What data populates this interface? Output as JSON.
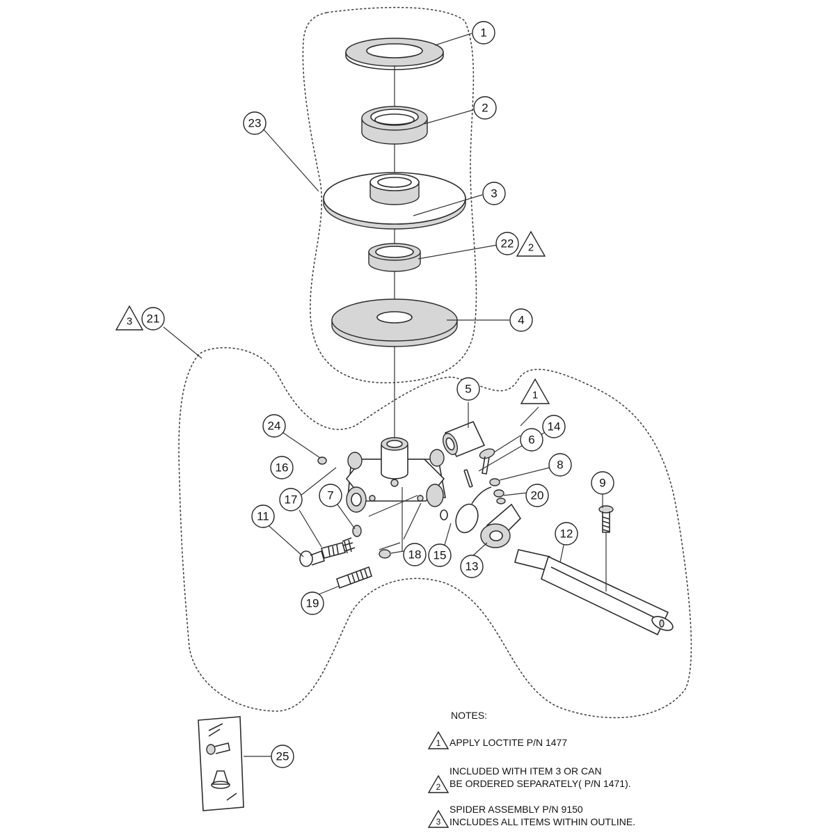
{
  "callouts": [
    "1",
    "2",
    "3",
    "4",
    "5",
    "6",
    "7",
    "8",
    "9",
    "11",
    "12",
    "13",
    "14",
    "15",
    "16",
    "17",
    "18",
    "19",
    "20",
    "21",
    "22",
    "23",
    "24",
    "25"
  ],
  "triangle_marks": [
    "1",
    "2",
    "3"
  ],
  "notes": {
    "heading": "NOTES:",
    "note1": {
      "mark": "1",
      "line1": "APPLY LOCTITE  P/N 1477"
    },
    "note2": {
      "mark": "2",
      "line1": "INCLUDED WITH  ITEM 3 OR CAN",
      "line2": "BE ORDERED SEPARATELY( P/N 1471)."
    },
    "note3": {
      "mark": "3",
      "line1": "SPIDER ASSEMBLY P/N 9150",
      "line2": "INCLUDES ALL ITEMS WITHIN OUTLINE."
    }
  }
}
